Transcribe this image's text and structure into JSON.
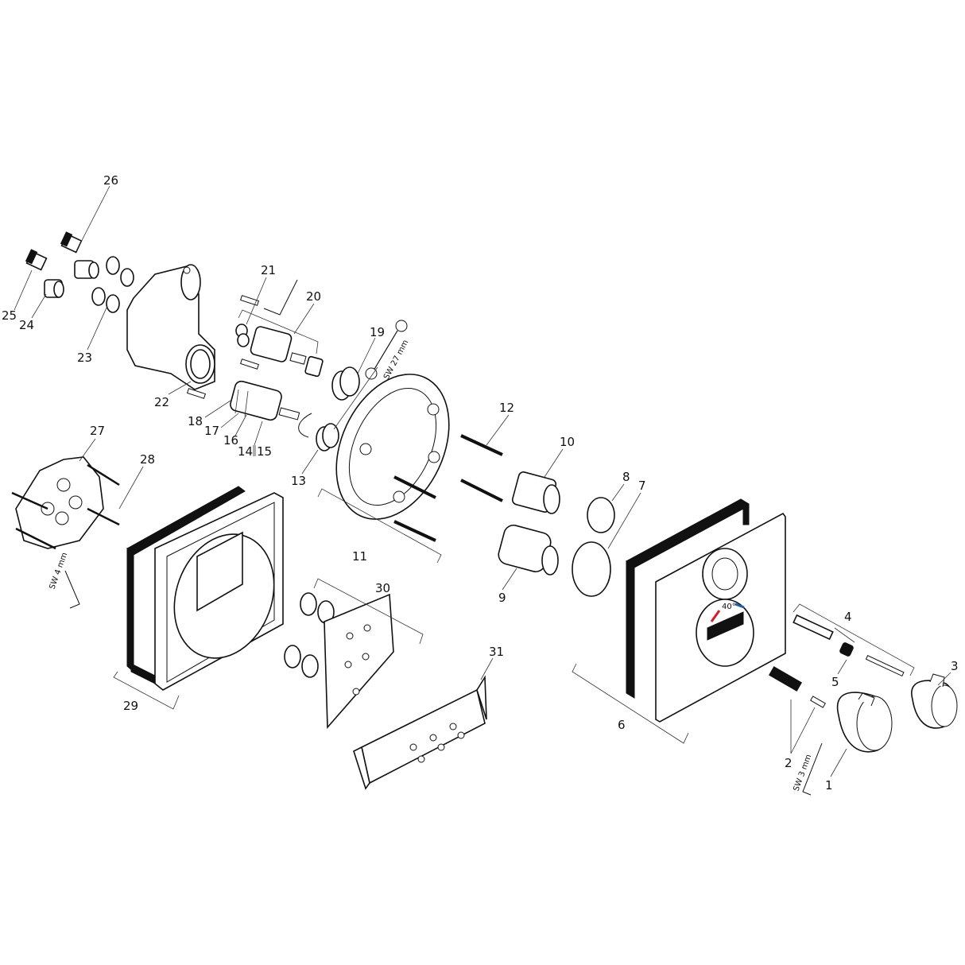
{
  "diagram": {
    "type": "exploded parts drawing",
    "labels": {
      "p1": "1",
      "p2": "2",
      "p3": "3",
      "p4": "4",
      "p5": "5",
      "p6": "6",
      "p7": "7",
      "p8": "8",
      "p9": "9",
      "p10": "10",
      "p11": "11",
      "p12": "12",
      "p13": "13",
      "p14": "14",
      "p15": "15",
      "p16": "16",
      "p17": "17",
      "p18": "18",
      "p19": "19",
      "p20": "20",
      "p21": "21",
      "p22": "22",
      "p23": "23",
      "p24": "24",
      "p25": "25",
      "p26": "26",
      "p27": "27",
      "p28": "28",
      "p29": "29",
      "p30": "30",
      "p31": "31"
    },
    "tools": {
      "wrench": "SW 27 mm",
      "hex_key_4": "SW 4 mm",
      "hex_key_3": "SW 3 mm"
    },
    "colors": {
      "line": "#111111",
      "hot_mark": "#d0202a",
      "cold_mark": "#1f5fa8"
    },
    "dial_text": "40°"
  }
}
